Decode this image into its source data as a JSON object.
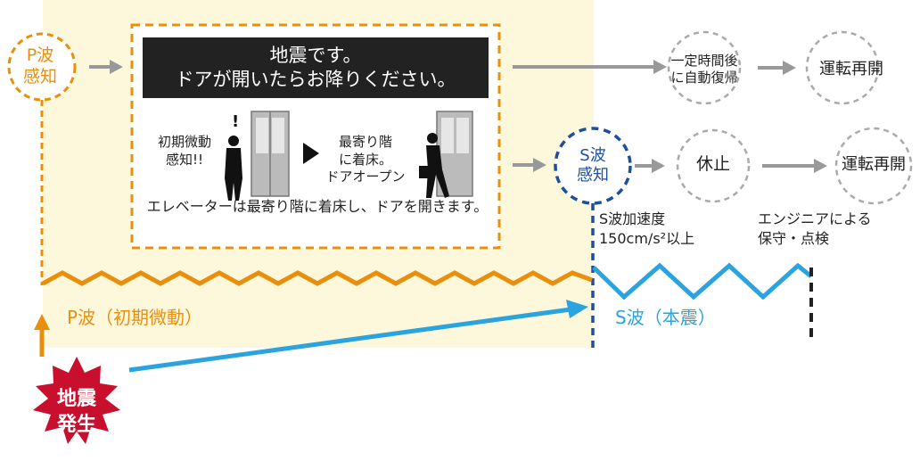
{
  "nodes": {
    "p_detect": "P波\n感知",
    "auto_recover": "一定時間後\nに自動復帰",
    "restart_top": "運転再開",
    "s_detect": "S波\n感知",
    "suspend": "休止",
    "restart_bottom": "運転再開",
    "earthquake": "地震\n発生"
  },
  "panel": {
    "title": "地震です。\nドアが開いたらお降りください。",
    "initial_detect": "初期微動\n感知!!",
    "nearest_floor": "最寄り階\nに着床。\nドアオープン",
    "caption": "エレベーターは最寄り階に着床し、ドアを開きます。"
  },
  "labels": {
    "s_accel": "S波加速度\n150cm/s²以上",
    "maintenance": "エンジニアによる\n保守・点検"
  },
  "waves": {
    "p_wave": "P波（初期微動）",
    "s_wave": "S波（本震）"
  },
  "colors": {
    "orange": "#e8900e",
    "blue": "#2aa3de",
    "navy": "#1d4f9e",
    "red": "#c8102e",
    "gray": "#999999",
    "yellow_bg": "#fdf8dc"
  }
}
